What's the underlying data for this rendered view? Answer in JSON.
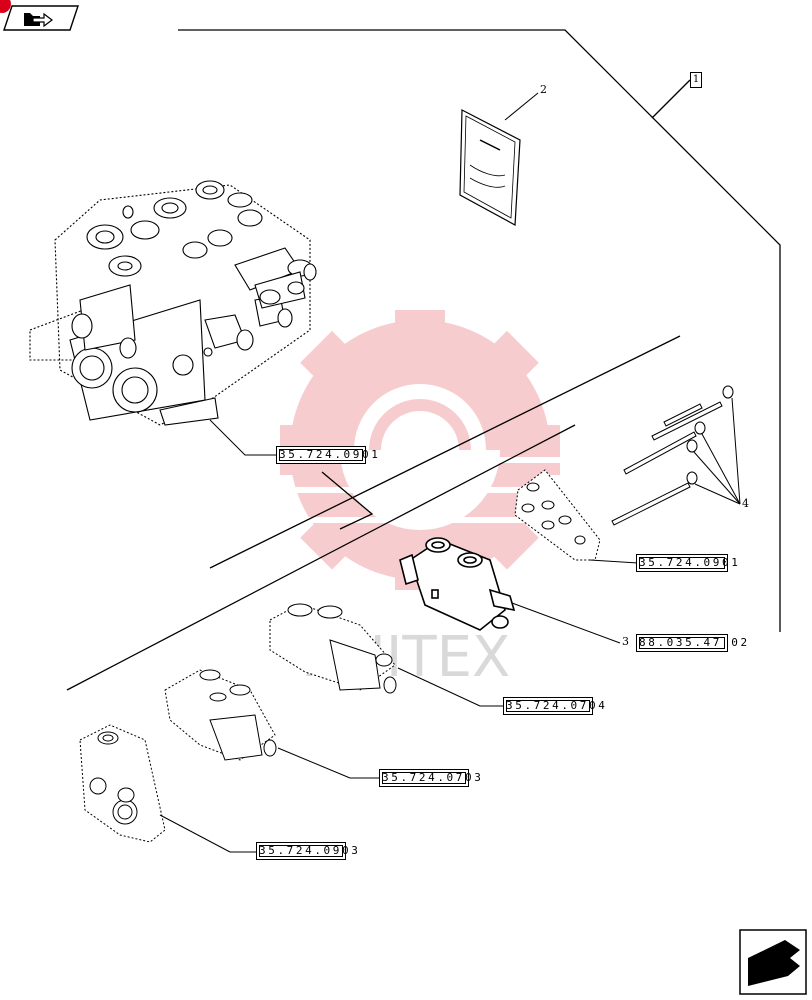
{
  "diagram": {
    "item_box_label": "1",
    "callouts": {
      "manual": "2",
      "valve_section": "3",
      "tie_rods": "4"
    },
    "refs": {
      "main_valve": "35.724.0901",
      "end_plate": "35.724.0901",
      "valve_section": "88.035.47 02",
      "section_0704": "35.724.0704",
      "section_0703": "35.724.0703",
      "section_0903": "35.724.0903"
    },
    "watermark_text": "ANITEX"
  },
  "nav": {
    "top_left_icon": "book-nav-icon",
    "bottom_right_icon": "next-page-arrow-icon"
  },
  "colors": {
    "line": "#000000",
    "highlight": "#d9001b",
    "watermark": "#f2a3a7"
  }
}
